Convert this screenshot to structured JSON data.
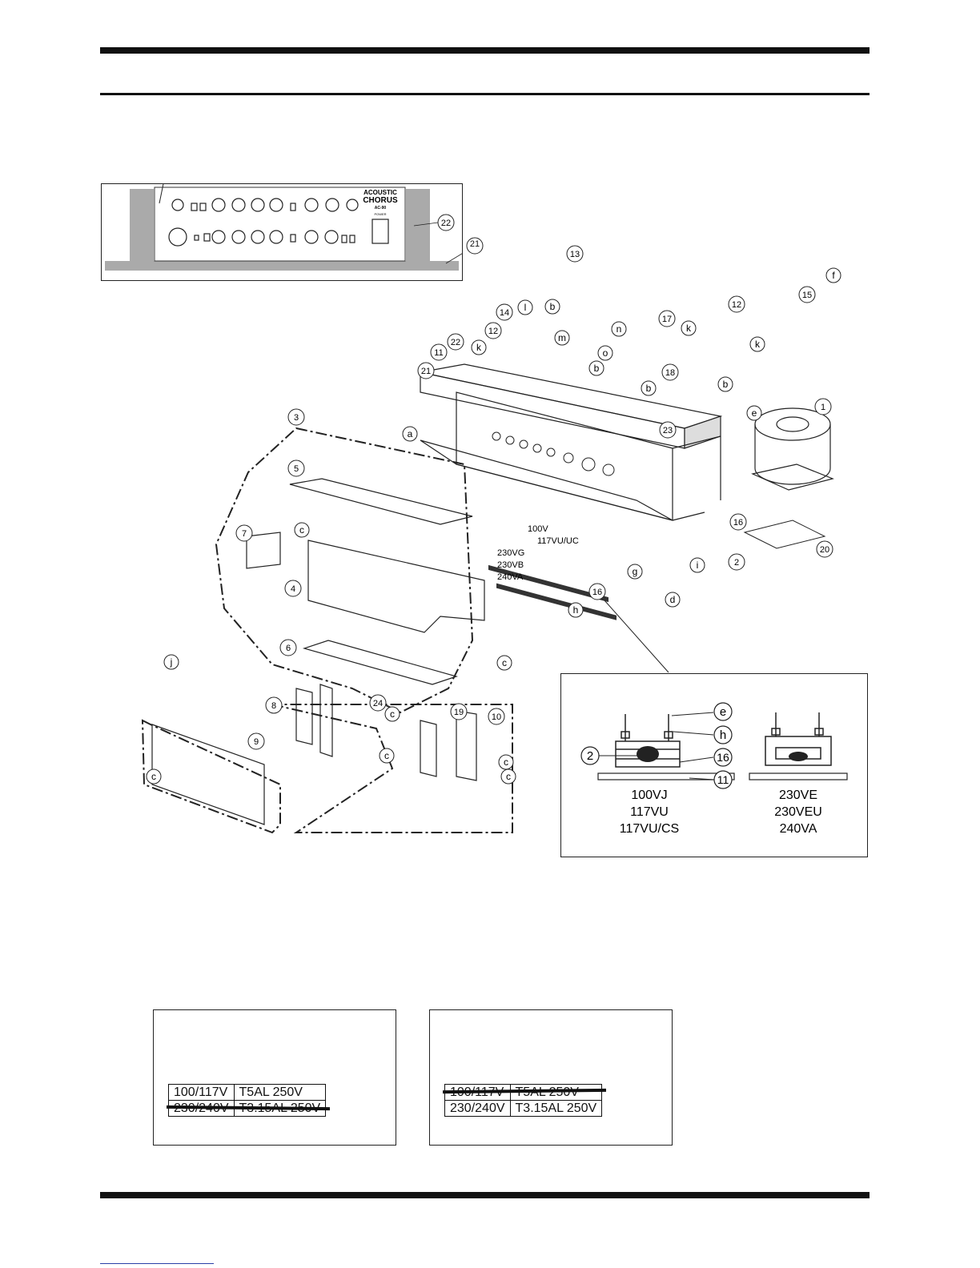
{
  "front_panel": {
    "brand_line1": "ACOUSTIC",
    "brand_line2": "CHORUS",
    "model": "AC-90",
    "power_label": "POWER",
    "callouts": [
      "22",
      "21"
    ]
  },
  "exploded_view": {
    "part_numbers": [
      "1",
      "2",
      "3",
      "4",
      "5",
      "6",
      "7",
      "8",
      "9",
      "10",
      "11",
      "12",
      "12",
      "13",
      "14",
      "15",
      "16",
      "16",
      "17",
      "18",
      "19",
      "20",
      "21",
      "22",
      "23",
      "24"
    ],
    "screw_letters": [
      "a",
      "b",
      "b",
      "b",
      "b",
      "c",
      "c",
      "c",
      "c",
      "c",
      "c",
      "c",
      "d",
      "e",
      "f",
      "g",
      "h",
      "i",
      "j",
      "k",
      "k",
      "k",
      "l",
      "m",
      "n",
      "o"
    ],
    "voltage_labels": [
      "100V",
      "117VU/UC",
      "230VG",
      "230VB",
      "240VA"
    ]
  },
  "inset": {
    "callouts": [
      "e",
      "h",
      "2",
      "16",
      "11"
    ],
    "left_variants": [
      "100VJ",
      "117VU",
      "117VU/CS"
    ],
    "right_variants": [
      "230VE",
      "230VEU",
      "240VA"
    ]
  },
  "fuse_labels": [
    {
      "rows": [
        [
          "100/117V",
          "T5AL  250V"
        ],
        [
          "230/240V",
          "T3.15AL  250V"
        ]
      ],
      "struck_row": 1
    },
    {
      "rows": [
        [
          "100/117V",
          "T5AL  250V"
        ],
        [
          "230/240V",
          "T3.15AL  250V"
        ]
      ],
      "struck_row": 0
    }
  ]
}
